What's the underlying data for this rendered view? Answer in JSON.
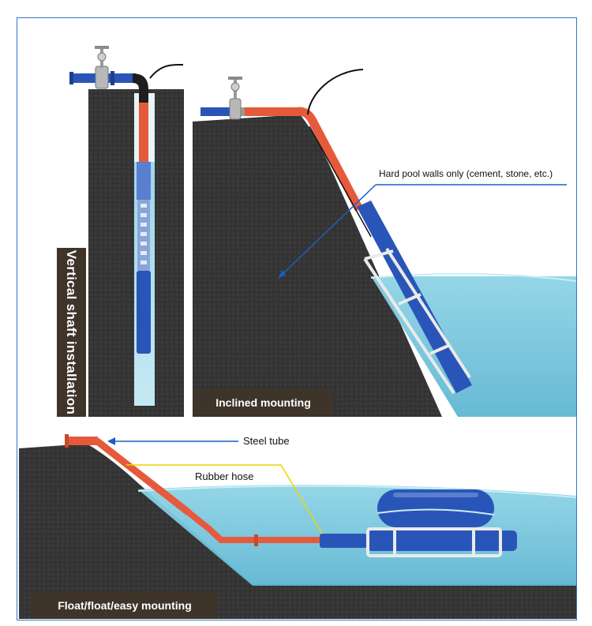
{
  "labels": {
    "vertical": "Vertical shaft installation",
    "inclined": "Inclined mounting",
    "float": "Float/float/easy mounting"
  },
  "callouts": {
    "hard_walls": "Hard pool walls only (cement, stone, etc.)",
    "steel_tube": "Steel tube",
    "rubber_hose": "Rubber hose"
  },
  "colors": {
    "frame": "#2f78c4",
    "ground": "#3a3a3a",
    "water": "#7fcbe0",
    "steel_pipe": "#e65a3c",
    "pump": "#2a55b8",
    "label_bg": "#3e3429",
    "hose_leader": "#f0d400",
    "steel_leader": "#1a5fc0"
  }
}
